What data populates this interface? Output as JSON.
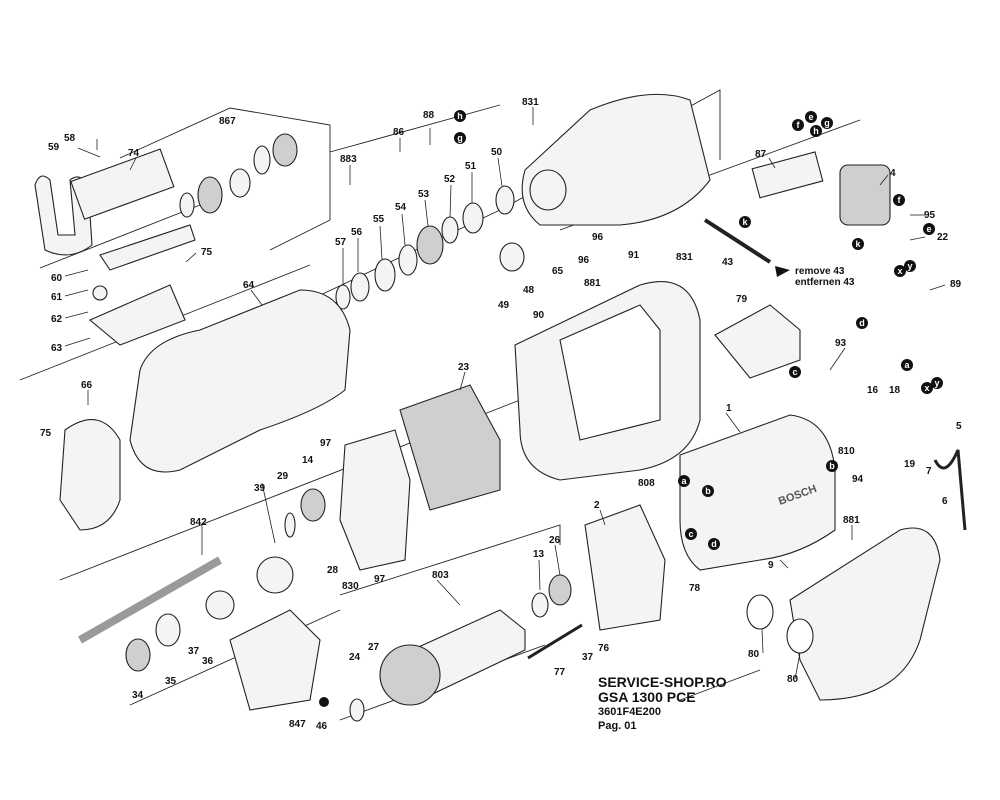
{
  "diagram": {
    "callouts": [
      {
        "id": "58",
        "label": "58"
      },
      {
        "id": "59",
        "label": "59"
      },
      {
        "id": "74",
        "label": "74"
      },
      {
        "id": "867",
        "label": "867"
      },
      {
        "id": "88",
        "label": "88"
      },
      {
        "id": "86",
        "label": "86"
      },
      {
        "id": "883",
        "label": "883"
      },
      {
        "id": "831a",
        "label": "831"
      },
      {
        "id": "87",
        "label": "87"
      },
      {
        "id": "4",
        "label": "4"
      },
      {
        "id": "95",
        "label": "95"
      },
      {
        "id": "22",
        "label": "22"
      },
      {
        "id": "89",
        "label": "89"
      },
      {
        "id": "60",
        "label": "60"
      },
      {
        "id": "61",
        "label": "61"
      },
      {
        "id": "62",
        "label": "62"
      },
      {
        "id": "63",
        "label": "63"
      },
      {
        "id": "75a",
        "label": "75"
      },
      {
        "id": "57",
        "label": "57"
      },
      {
        "id": "56",
        "label": "56"
      },
      {
        "id": "55",
        "label": "55"
      },
      {
        "id": "54",
        "label": "54"
      },
      {
        "id": "53",
        "label": "53"
      },
      {
        "id": "52",
        "label": "52"
      },
      {
        "id": "51",
        "label": "51"
      },
      {
        "id": "50",
        "label": "50"
      },
      {
        "id": "96a",
        "label": "96"
      },
      {
        "id": "96b",
        "label": "96"
      },
      {
        "id": "65",
        "label": "65"
      },
      {
        "id": "49",
        "label": "49"
      },
      {
        "id": "48",
        "label": "48"
      },
      {
        "id": "831b",
        "label": "831"
      },
      {
        "id": "43",
        "label": "43"
      },
      {
        "id": "91",
        "label": "91"
      },
      {
        "id": "881a",
        "label": "881"
      },
      {
        "id": "64",
        "label": "64"
      },
      {
        "id": "90",
        "label": "90"
      },
      {
        "id": "79",
        "label": "79"
      },
      {
        "id": "93",
        "label": "93"
      },
      {
        "id": "16",
        "label": "16"
      },
      {
        "id": "18",
        "label": "18"
      },
      {
        "id": "66",
        "label": "66"
      },
      {
        "id": "23",
        "label": "23"
      },
      {
        "id": "1",
        "label": "1"
      },
      {
        "id": "810",
        "label": "810"
      },
      {
        "id": "5",
        "label": "5"
      },
      {
        "id": "75b",
        "label": "75"
      },
      {
        "id": "97a",
        "label": "97"
      },
      {
        "id": "14",
        "label": "14"
      },
      {
        "id": "29",
        "label": "29"
      },
      {
        "id": "19",
        "label": "19"
      },
      {
        "id": "7",
        "label": "7"
      },
      {
        "id": "94",
        "label": "94"
      },
      {
        "id": "6",
        "label": "6"
      },
      {
        "id": "39",
        "label": "39"
      },
      {
        "id": "808",
        "label": "808"
      },
      {
        "id": "842",
        "label": "842"
      },
      {
        "id": "2",
        "label": "2"
      },
      {
        "id": "28",
        "label": "28"
      },
      {
        "id": "830",
        "label": "830"
      },
      {
        "id": "97b",
        "label": "97"
      },
      {
        "id": "803",
        "label": "803"
      },
      {
        "id": "13",
        "label": "13"
      },
      {
        "id": "26",
        "label": "26"
      },
      {
        "id": "9",
        "label": "9"
      },
      {
        "id": "881b",
        "label": "881"
      },
      {
        "id": "78",
        "label": "78"
      },
      {
        "id": "37a",
        "label": "37"
      },
      {
        "id": "36",
        "label": "36"
      },
      {
        "id": "80a",
        "label": "80"
      },
      {
        "id": "76",
        "label": "76"
      },
      {
        "id": "34",
        "label": "34"
      },
      {
        "id": "35",
        "label": "35"
      },
      {
        "id": "24",
        "label": "24"
      },
      {
        "id": "27",
        "label": "27"
      },
      {
        "id": "37b",
        "label": "37"
      },
      {
        "id": "77",
        "label": "77"
      },
      {
        "id": "80b",
        "label": "80"
      },
      {
        "id": "847",
        "label": "847"
      },
      {
        "id": "46",
        "label": "46"
      }
    ],
    "connectors": [
      {
        "id": "f1",
        "letter": "f"
      },
      {
        "id": "e1",
        "letter": "e"
      },
      {
        "id": "h1",
        "letter": "h"
      },
      {
        "id": "g1",
        "letter": "g"
      },
      {
        "id": "k1",
        "letter": "k"
      },
      {
        "id": "h2",
        "letter": "h"
      },
      {
        "id": "g2",
        "letter": "g"
      },
      {
        "id": "f2",
        "letter": "f"
      },
      {
        "id": "e2",
        "letter": "e"
      },
      {
        "id": "k2",
        "letter": "k"
      },
      {
        "id": "x1",
        "letter": "x"
      },
      {
        "id": "y1",
        "letter": "y"
      },
      {
        "id": "d1",
        "letter": "d"
      },
      {
        "id": "a1",
        "letter": "a"
      },
      {
        "id": "c1",
        "letter": "c"
      },
      {
        "id": "x2",
        "letter": "x"
      },
      {
        "id": "y2",
        "letter": "y"
      },
      {
        "id": "b1",
        "letter": "b"
      },
      {
        "id": "a2",
        "letter": "a"
      },
      {
        "id": "b2",
        "letter": "b"
      },
      {
        "id": "c2",
        "letter": "c"
      },
      {
        "id": "d2",
        "letter": "d"
      }
    ],
    "notes": {
      "remove_en": "remove 43",
      "remove_de": "entfernen 43"
    }
  },
  "brand": {
    "site": "SERVICE-SHOP.RO",
    "model": "GSA 1300 PCE",
    "code": "3601F4E200",
    "page": "Pag. 01"
  },
  "product_marks": {
    "motor_logo": "BOSCH"
  }
}
